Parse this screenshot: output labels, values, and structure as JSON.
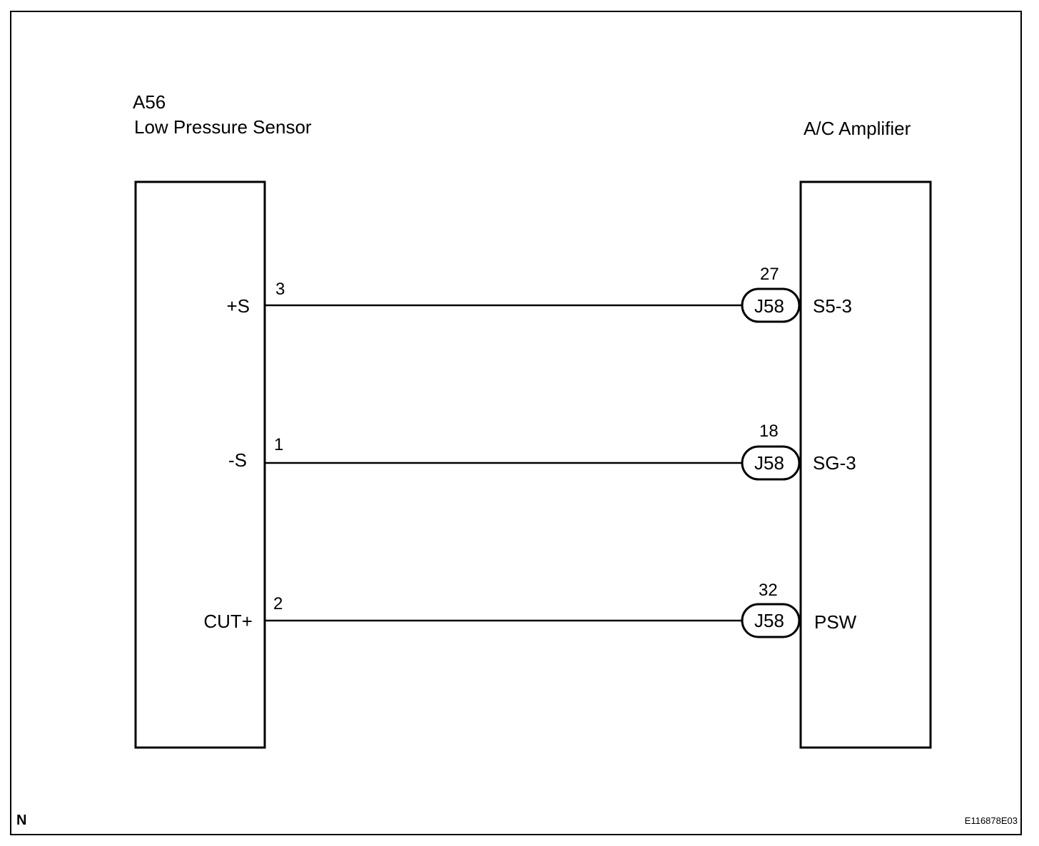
{
  "left_component": {
    "code": "A56",
    "name": "Low Pressure Sensor",
    "terminals": [
      {
        "label": "+S",
        "pin": "3"
      },
      {
        "label": "-S",
        "pin": "1"
      },
      {
        "label": "CUT+",
        "pin": "2"
      }
    ]
  },
  "right_component": {
    "name": "A/C Amplifier",
    "terminals": [
      {
        "connector": "J58",
        "pin": "27",
        "label": "S5-3"
      },
      {
        "connector": "J58",
        "pin": "18",
        "label": "SG-3"
      },
      {
        "connector": "J58",
        "pin": "32",
        "label": "PSW"
      }
    ]
  },
  "footer": {
    "corner_mark": "N",
    "figure_code": "E116878E03"
  }
}
